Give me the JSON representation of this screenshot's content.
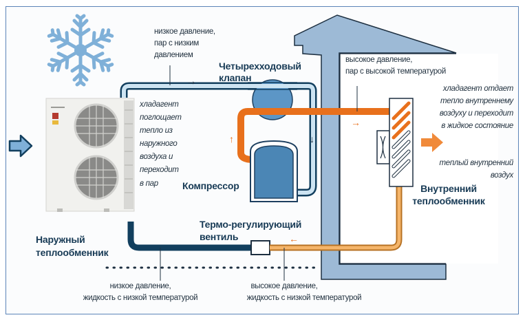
{
  "colors": {
    "frame": "#5b84b8",
    "house_fill": "#9dbad6",
    "house_stroke": "#1d2f40",
    "cold_pipe": "#123f5e",
    "cold_pipe_light": "#cde4f2",
    "hot_pipe": "#e8701c",
    "warm_pipe": "#f5b56a",
    "compressor": "#4b86b5",
    "valve": "#5c96c6",
    "snowflake": "#7fb0d8",
    "text_bold": "#173a55",
    "text": "#1f2f3d"
  },
  "labels": {
    "low_pressure_vapor": [
      "низкое давление,",
      "пар с низким",
      "давлением"
    ],
    "four_way_valve": [
      "Четырехходовый",
      "клапан"
    ],
    "high_pressure_vapor": [
      "высокое давление,",
      "пар с высокой температурой"
    ],
    "refrigerant_absorbs": [
      "хладагент",
      "поглощает",
      "тепло из",
      "наружного",
      "воздуха и",
      "переходит",
      "в пар"
    ],
    "refrigerant_releases": [
      "хладагент отдает",
      "тепло внутреннему",
      "воздуху и переходит",
      "в жидкое состояние"
    ],
    "warm_indoor_air": [
      "теплый внутренний",
      "воздух"
    ],
    "compressor": "Компрессор",
    "indoor_exchanger": [
      "Внутренний",
      "теплообменник"
    ],
    "outdoor_exchanger": [
      "Наружный",
      "теплообменник"
    ],
    "expansion_valve": [
      "Термо-регулирующий",
      "вентиль"
    ],
    "low_pressure_liquid": [
      "низкое давление,",
      "жидкость с низкой температурой"
    ],
    "high_pressure_liquid": [
      "высокое давление,",
      "жидкость с низкой температурой"
    ]
  },
  "icons": {
    "snowflake": "snowflake-icon",
    "air_in_arrow": "arrow-right-icon",
    "heat_out_arrow": "arrow-right-icon",
    "flow_arrow_right": "→",
    "flow_arrow_up": "↑",
    "flow_arrow_down": "↓",
    "flow_arrow_left": "←"
  }
}
